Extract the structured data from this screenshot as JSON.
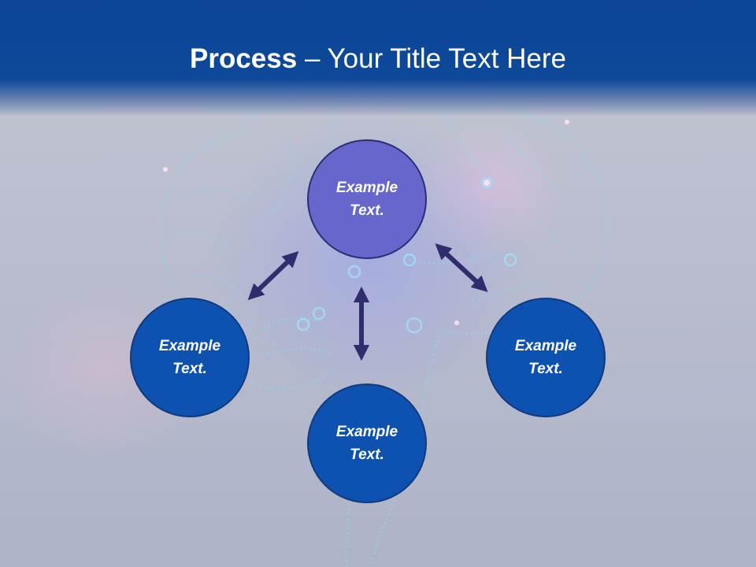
{
  "title": {
    "bold": "Process",
    "rest": " – Your Title Text Here"
  },
  "nodes": {
    "top": {
      "line1": "Example",
      "line2": "Text."
    },
    "left": {
      "line1": "Example",
      "line2": "Text."
    },
    "bottom": {
      "line1": "Example",
      "line2": "Text."
    },
    "right": {
      "line1": "Example",
      "line2": "Text."
    }
  },
  "colors": {
    "header": "#0d4899",
    "node_top": "#6666cc",
    "node_blue": "#0d52b0",
    "arrow": "#2e2e6e"
  }
}
